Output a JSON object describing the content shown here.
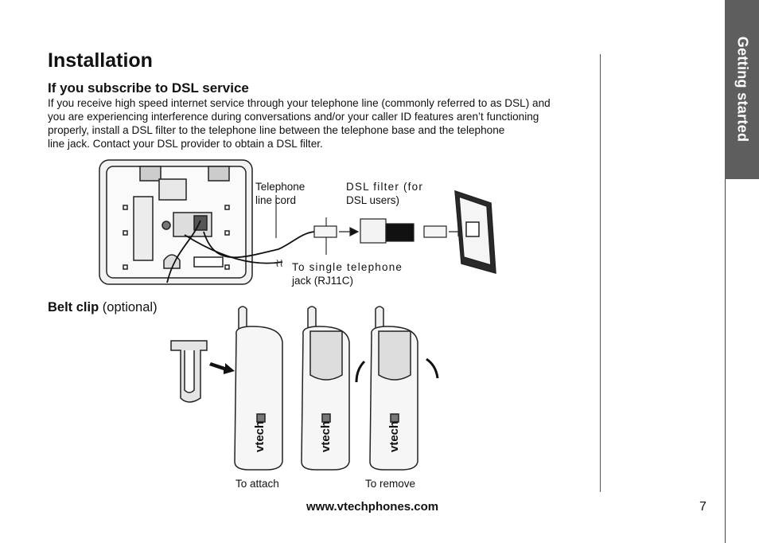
{
  "page": {
    "title": "Installation",
    "side_tab": "Getting started",
    "footer_url": "www.vtechphones.com",
    "page_number": "7"
  },
  "dsl": {
    "heading": "If you subscribe to DSL service",
    "body_lines": [
      "If you receive high speed internet service through your telephone line (commonly referred to as DSL) and",
      "you are experiencing interference during conversations and/or your caller ID features aren’t functioning",
      "properly, install a DSL filter to the telephone line between the telephone base and the telephone",
      "line jack. Contact your DSL provider to obtain a DSL filter."
    ],
    "labels": {
      "telephone_line_cord_1": "Telephone",
      "telephone_line_cord_2": "line cord",
      "dsl_filter_1": "DSL filter (for",
      "dsl_filter_2": "DSL users)",
      "single_jack_1": "To single telephone",
      "single_jack_2": "jack (RJ11C)"
    }
  },
  "belt_clip": {
    "heading": "Belt clip",
    "note": "(optional)",
    "attach_label": "To attach",
    "remove_label": "To remove",
    "brand": "vtech"
  },
  "colors": {
    "side_tab_bg": "#5e5e5e",
    "text": "#111111"
  }
}
